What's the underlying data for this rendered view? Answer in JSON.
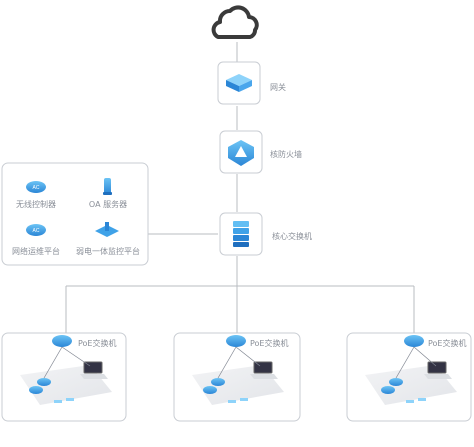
{
  "diagram": {
    "top_chain": [
      {
        "id": "cloud",
        "icon": "cloud-icon",
        "label": ""
      },
      {
        "id": "gateway",
        "icon": "router-icon",
        "label": "网关"
      },
      {
        "id": "firewall",
        "icon": "firewall-icon",
        "label": "核防火墙"
      },
      {
        "id": "core_switch",
        "icon": "core-switch-icon",
        "label": "核心交换机"
      }
    ],
    "server_group": [
      {
        "icon": "wireless-controller-icon",
        "label": "无线控制器"
      },
      {
        "icon": "oa-server-icon",
        "label": "OA 服务器"
      },
      {
        "icon": "network-ops-platform-icon",
        "label": "网络运维平台"
      },
      {
        "icon": "monitoring-platform-icon",
        "label": "弱电一体监控平台"
      }
    ],
    "branches": [
      {
        "switch_label": "PoE交换机"
      },
      {
        "switch_label": "PoE交换机"
      },
      {
        "switch_label": "PoE交换机"
      }
    ],
    "colors": {
      "line": "#b8bcc2",
      "icon_blue": "#3fa2e8",
      "cloud_stroke": "#3a3a3a",
      "box_border": "#c9cdd3",
      "text": "#8a8f98"
    }
  }
}
